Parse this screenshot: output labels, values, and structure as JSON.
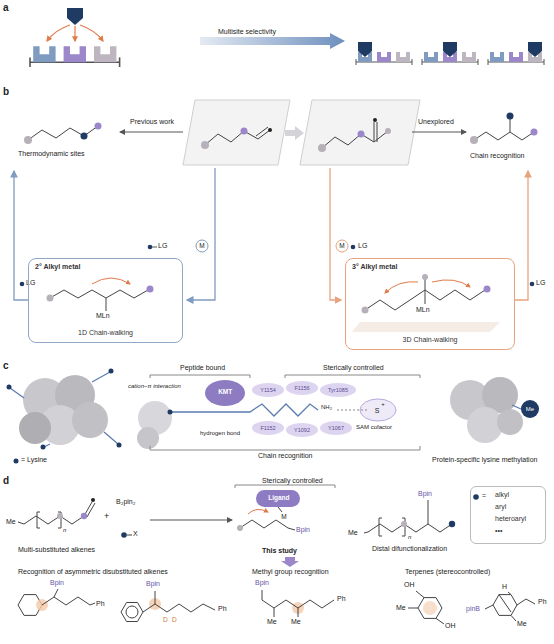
{
  "diagram": {
    "nodes": [
      {
        "text": [
          "2° Alkyl metal",
          "1D Chain-walking"
        ]
      },
      {
        "text": [
          "3° Alkyl metal",
          "3D Chain-walking"
        ]
      },
      {
        "text": [
          "KMT"
        ]
      },
      {
        "text": [
          "Ligand"
        ]
      },
      {
        "text": [
          "=",
          "alkyl",
          "aryl",
          "heteroaryl",
          "•••"
        ]
      }
    ],
    "labels": [
      "a",
      "Multisite selectivity",
      "b",
      "Previous work",
      "Thermodynamic sites",
      "Unexplored",
      "Chain recognition",
      "M",
      "LG",
      "LG",
      "MLn",
      "M",
      "LG",
      "LG",
      "MLn",
      "c",
      "Peptide bound",
      "Sterically controlled",
      "cation−π interaction",
      "hydrogen bond",
      "NH₂",
      "Y1154",
      "F1156",
      "Tyr1085",
      "F1152",
      "Y1092",
      "Y1067",
      "S",
      "+",
      "SAM cofactor",
      "Chain recognition",
      "= Lysine",
      "Protein-specific lysine methylation",
      "Me",
      "d",
      "Me",
      "n",
      "+",
      "B₂pin₂",
      "X",
      "Multi-substituted alkenes",
      "Sterically controlled",
      "M",
      "Bpin",
      "This study",
      "Bpin",
      "Me",
      "n",
      "Distal difunctionalization",
      "Recognition of asymmetric disubstituted alkenes",
      "Methyl group recognition",
      "Terpenes (stereocontrolled)",
      "Bpin",
      "Ph",
      "Bpin",
      "D",
      "D",
      "Ph",
      "Bpin",
      "Me",
      "Me",
      "Ph",
      "OH",
      "Me",
      "OH",
      "pinB",
      "H",
      "Me",
      "Ph"
    ]
  }
}
